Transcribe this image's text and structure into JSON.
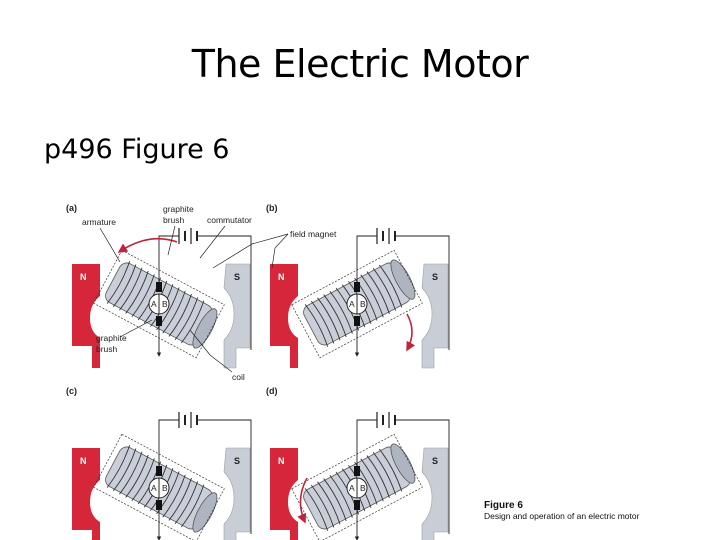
{
  "slide": {
    "title": "The Electric Motor",
    "bullet": "p496 Figure 6"
  },
  "figure": {
    "panels": [
      {
        "id": "a",
        "label": "(a)",
        "armature_tilt": 28,
        "arrow": "top-ccw",
        "A_label": "A",
        "B_label": "B"
      },
      {
        "id": "b",
        "label": "(b)",
        "armature_tilt": -28,
        "arrow": "bottom-right",
        "A_label": "A",
        "B_label": "B"
      },
      {
        "id": "c",
        "label": "(c)",
        "armature_tilt": 28,
        "arrow": "bottom-cw",
        "A_label": "A",
        "B_label": "B"
      },
      {
        "id": "d",
        "label": "(d)",
        "armature_tilt": -28,
        "arrow": "top-left",
        "A_label": "A",
        "B_label": "B"
      }
    ],
    "callouts": {
      "armature": "armature",
      "graphite_brush_top": [
        "graphite",
        "brush"
      ],
      "commutator": "commutator",
      "field_magnet": "field magnet",
      "graphite_brush_bottom": [
        "graphite",
        "brush"
      ],
      "coil": "coil"
    },
    "pole_labels": {
      "north": "N",
      "south": "S"
    },
    "caption": {
      "title": "Figure 6",
      "text": "Design and operation of an electric motor"
    },
    "colors": {
      "magnet_red": "#d6263a",
      "magnet_gray": "#c8cdd6",
      "armature_fill": "#c9ced8",
      "arrow_red": "#c0243a",
      "line": "#222222"
    }
  }
}
